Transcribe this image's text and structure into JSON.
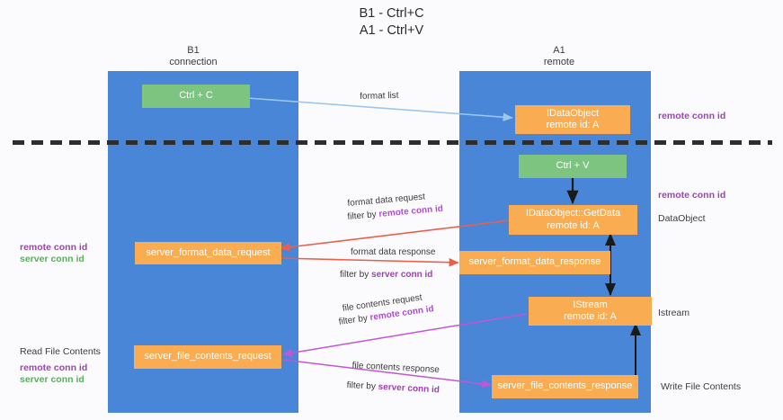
{
  "title": "B1 - Ctrl+C\nA1 - Ctrl+V",
  "lanes": [
    {
      "name": "left-lane",
      "header": "B1\nconnection",
      "color": "#4a86d8"
    },
    {
      "name": "right-lane",
      "header": "A1\nremote",
      "color": "#4a86d8"
    }
  ],
  "boxes": {
    "ctrl_c": {
      "label": "Ctrl + C",
      "color": "#7cc47f"
    },
    "idataobject": {
      "line1": "IDataObject",
      "line2": "remote id: A",
      "color": "#f9ac52"
    },
    "ctrl_v": {
      "label": "Ctrl + V",
      "color": "#7cc47f"
    },
    "getdata": {
      "line1": "IDataObject::GetData",
      "line2": "remote id: A",
      "color": "#f9ac52"
    },
    "server_format_data_request": {
      "label": "server_format_data_request",
      "color": "#f9ac52"
    },
    "server_format_data_response": {
      "label": "server_format_data_response",
      "color": "#f9ac52"
    },
    "istream": {
      "line1": "IStream",
      "line2": "remote id: A",
      "color": "#f9ac52"
    },
    "server_file_contents_request": {
      "label": "server_file_contents_request",
      "color": "#f9ac52"
    },
    "server_file_contents_response": {
      "label": "server_file_contents_response",
      "color": "#f9ac52"
    }
  },
  "arrow_labels": {
    "format_list": "format list",
    "format_data_request_l1": "format data request",
    "format_data_request_l2_prefix": "filter by ",
    "format_data_request_l2_key": "remote conn id",
    "format_data_response_l1": "format data response",
    "format_data_response_l2_prefix": "filter by ",
    "format_data_response_l2_key": "server conn id",
    "file_contents_request_l1": "file contents request",
    "file_contents_request_l2_prefix": "filter by ",
    "file_contents_request_l2_key": "remote conn id",
    "file_contents_response_l1": "file contents response",
    "file_contents_response_l2_prefix": "filter by ",
    "file_contents_response_l2_key": "server conn id"
  },
  "side_labels": {
    "right_remote_conn_id_top": "remote conn id",
    "right_remote_conn_id_mid": "remote conn id",
    "right_dataobject": "DataObject",
    "right_istream": "Istream",
    "right_write_file_contents": "Write File Contents",
    "left_remote_conn_id": "remote conn id",
    "left_server_conn_id": "server conn id",
    "left_read_file_contents": "Read File Contents",
    "left_remote_conn_id_2": "remote conn id",
    "left_server_conn_id_2": "server conn id"
  },
  "colors": {
    "lane": "#4a86d8",
    "green_box": "#7cc47f",
    "orange_box": "#f9ac52",
    "purple_text": "#a13fb8",
    "green_text": "#5eab61",
    "red_arrow": "#e8604c",
    "magenta_arrow": "#c455d4",
    "blue_arrow": "#9dc6ec",
    "black_arrow": "#000000",
    "divider": "#2d2d2d"
  }
}
